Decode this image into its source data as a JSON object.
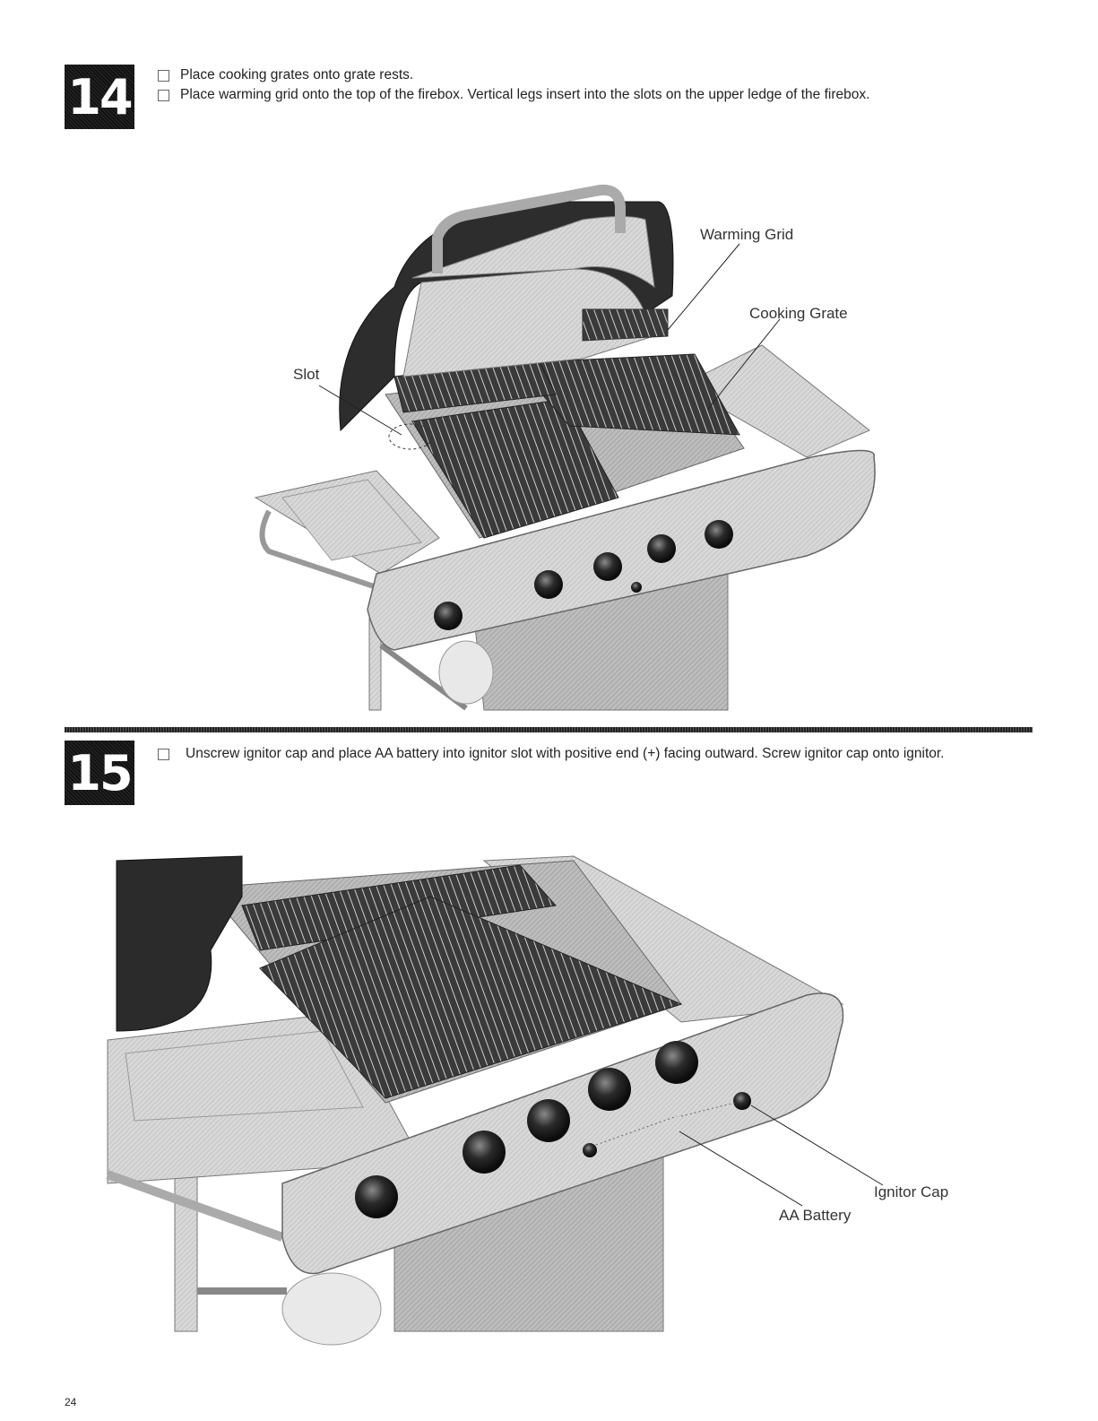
{
  "step14": {
    "number": "14",
    "instructions": [
      "Place cooking grates onto grate rests.",
      "Place warming grid onto the top of the firebox. Vertical legs insert into the slots on the upper ledge of the firebox."
    ],
    "callouts": {
      "warming_grid": "Warming Grid",
      "cooking_grate": "Cooking Grate",
      "slot": "Slot"
    }
  },
  "step15": {
    "number": "15",
    "instructions": [
      "Unscrew ignitor cap and place AA battery into ignitor slot with positive end (+) facing outward. Screw ignitor cap onto ignitor."
    ],
    "callouts": {
      "ignitor_cap": "Ignitor Cap",
      "aa_battery": "AA Battery"
    }
  },
  "page_number": "24"
}
